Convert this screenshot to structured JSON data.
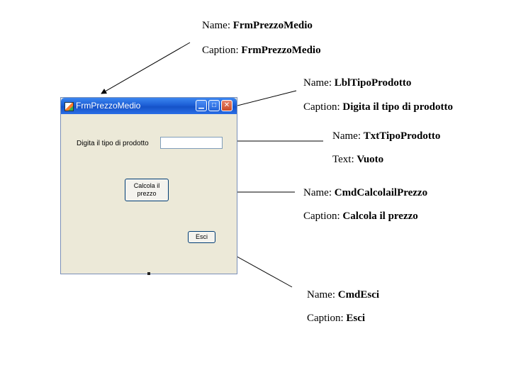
{
  "annotations": {
    "form": {
      "name_label": "Name:",
      "name_value": "FrmPrezzoMedio",
      "cap_label": "Caption:",
      "cap_value": "FrmPrezzoMedio"
    },
    "label": {
      "name_label": "Name:",
      "name_value": "LblTipoProdotto",
      "cap_label": "Caption:",
      "cap_value": "Digita il tipo di prodotto"
    },
    "textbox": {
      "name_label": "Name:",
      "name_value": "TxtTipoProdotto",
      "cap_label": "Text:",
      "cap_value": "Vuoto"
    },
    "calc": {
      "name_label": "Name:",
      "name_value": "CmdCalcolailPrezzo",
      "cap_label": "Caption:",
      "cap_value": "Calcola il prezzo"
    },
    "esci": {
      "name_label": "Name:",
      "name_value": "CmdEsci",
      "cap_label": "Caption:",
      "cap_value": "Esci"
    }
  },
  "window": {
    "title": "FrmPrezzoMedio",
    "label_text": "Digita il tipo di prodotto",
    "textbox_value": "",
    "calc_line1": "Calcola il",
    "calc_line2": "prezzo",
    "esci_label": "Esci",
    "min_glyph": "▁",
    "max_glyph": "□",
    "close_glyph": "✕"
  }
}
